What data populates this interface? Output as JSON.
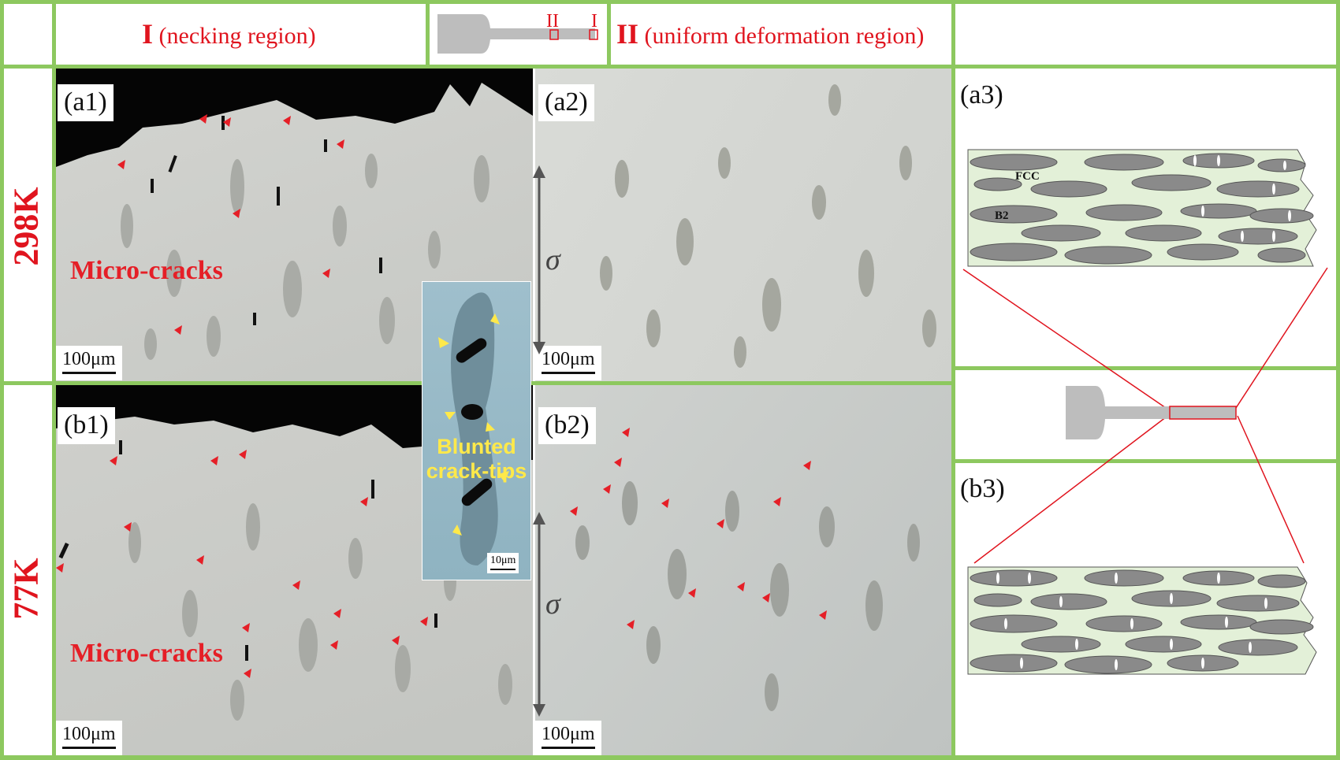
{
  "header": {
    "region1_numeral": "I",
    "region1_text": " (necking  region)",
    "region2_numeral": "II",
    "region2_text": " (uniform deformation region)",
    "specimen_mark_II": "II",
    "specimen_mark_I": "I"
  },
  "rows": {
    "row1_temp": "298K",
    "row2_temp": "77K"
  },
  "panels": {
    "a1": "(a1)",
    "a2": "(a2)",
    "a3": "(a3)",
    "b1": "(b1)",
    "b2": "(b2)",
    "b3": "(b3)"
  },
  "scale_bars": {
    "main": "100μm",
    "inset": "10μm"
  },
  "annotations": {
    "micro_cracks": "Micro-cracks",
    "blunted_line1": "Blunted",
    "blunted_line2": "crack-tips",
    "sigma": "σ"
  },
  "schematic": {
    "fcc_label": "FCC",
    "b2_label": "B2"
  },
  "colors": {
    "grid_green": "#8dc85f",
    "label_red": "#e0141e",
    "inset_yellow": "#ffe94a",
    "matrix_fill": "#e3f0d8",
    "particle_gray": "#8a8a8a"
  }
}
